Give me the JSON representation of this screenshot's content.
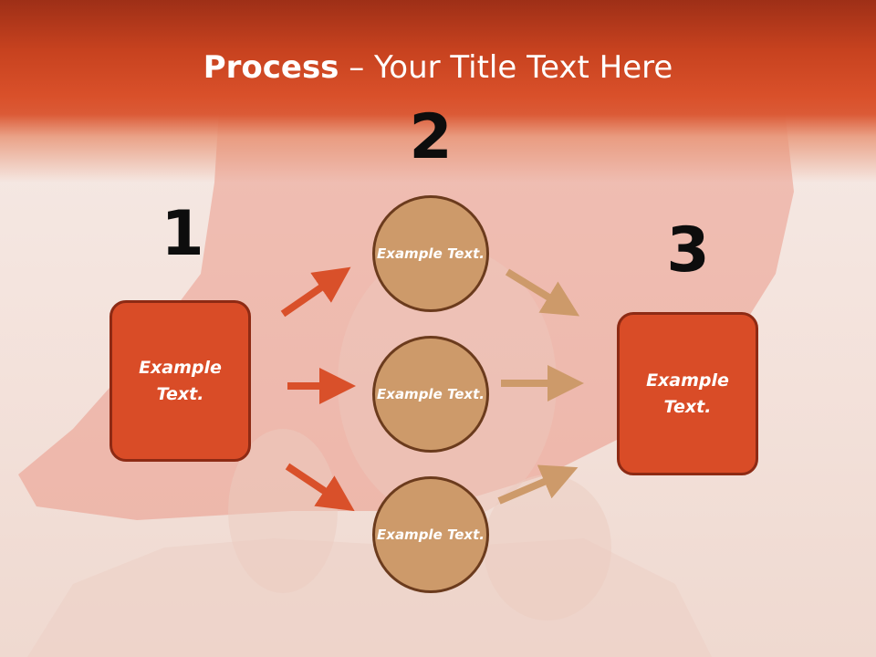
{
  "title": {
    "bold": "Process",
    "rest": " – Your Title Text Here"
  },
  "steps": [
    {
      "number": "1",
      "box_text": "Example Text."
    },
    {
      "number": "2",
      "circles": [
        "Example Text.",
        "Example Text.",
        "Example Text."
      ]
    },
    {
      "number": "3",
      "box_text": "Example Text."
    }
  ],
  "colors": {
    "header": "#d9502a",
    "box_fill": "#d94c27",
    "box_border": "#8d2a14",
    "circle_fill": "#cd9a6a",
    "circle_border": "#6b3b1d",
    "arrow_red": "#d9502a",
    "arrow_tan": "#cd9a6a"
  }
}
